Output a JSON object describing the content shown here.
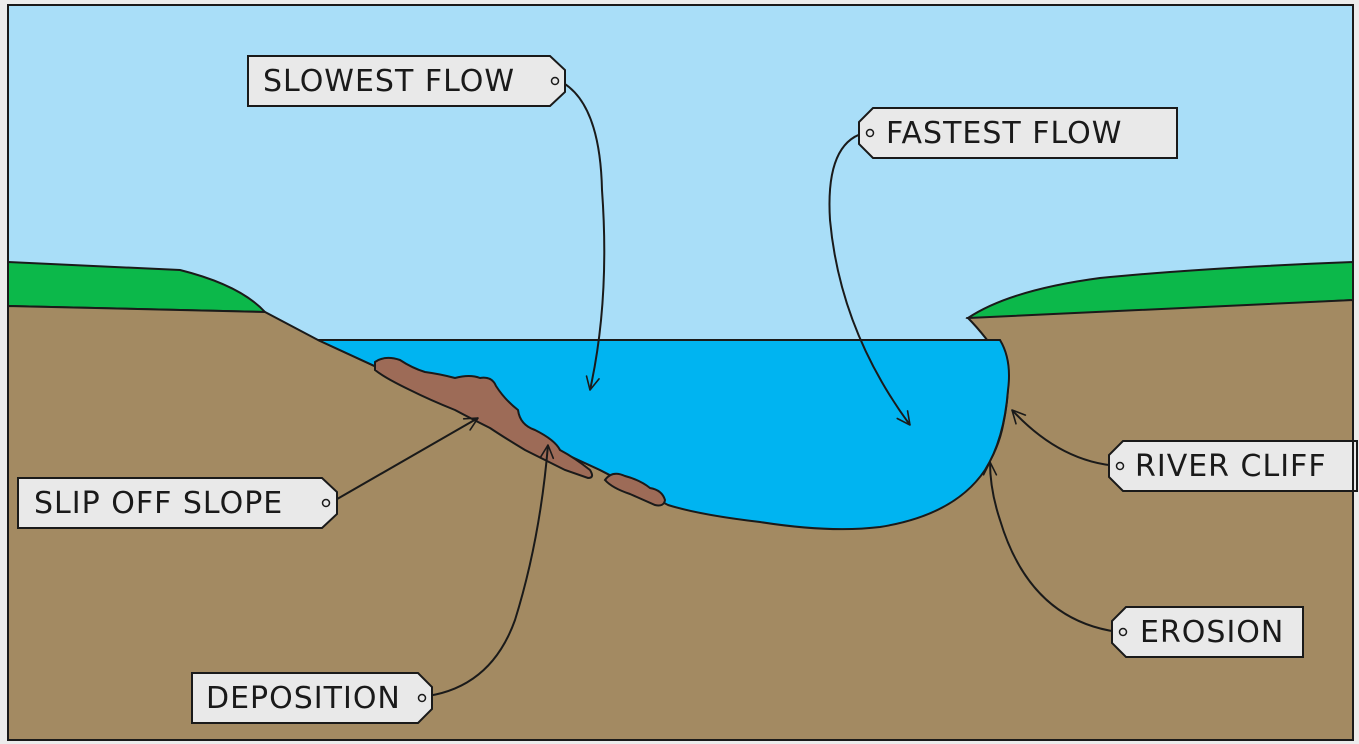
{
  "labels": {
    "slowest_flow": "SLOWEST FLOW",
    "fastest_flow": "FASTEST FLOW",
    "slip_off_slope": "SLIP OFF SLOPE",
    "deposition": "DEPOSITION",
    "river_cliff": "RIVER CLIFF",
    "erosion": "EROSION"
  },
  "colors": {
    "sky": "#a9def8",
    "water": "#00b4f1",
    "ground": "#a38a62",
    "grass": "#0cb84a",
    "deposit": "#9d6b57",
    "tag_fill": "#e9e9e9",
    "outline": "#1a1a1a"
  }
}
